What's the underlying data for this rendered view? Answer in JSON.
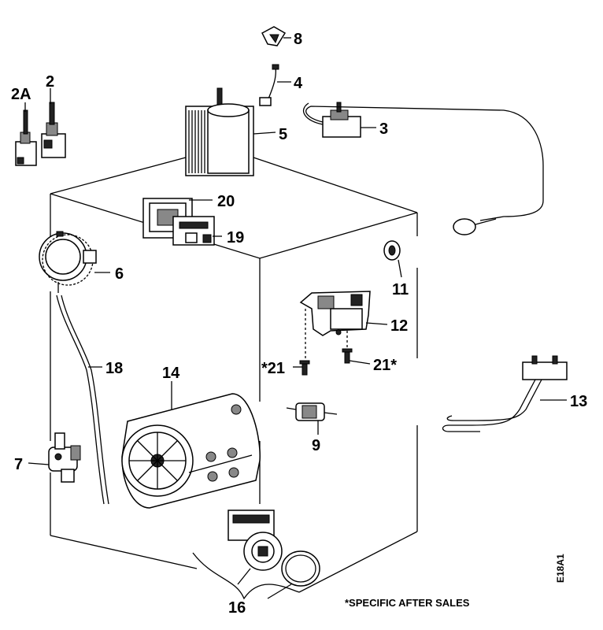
{
  "labels": {
    "p2a": "2A",
    "p2": "2",
    "p8": "8",
    "p4": "4",
    "p5": "5",
    "p3": "3",
    "p20": "20",
    "p19": "19",
    "p6": "6",
    "p11": "11",
    "p12": "12",
    "p18": "18",
    "p21a": "*21",
    "p21b": "21*",
    "p14": "14",
    "p13": "13",
    "p7": "7",
    "p9": "9",
    "p16": "16"
  },
  "footnote": "*SPECIFIC AFTER SALES",
  "drawing_code": "E18A1"
}
